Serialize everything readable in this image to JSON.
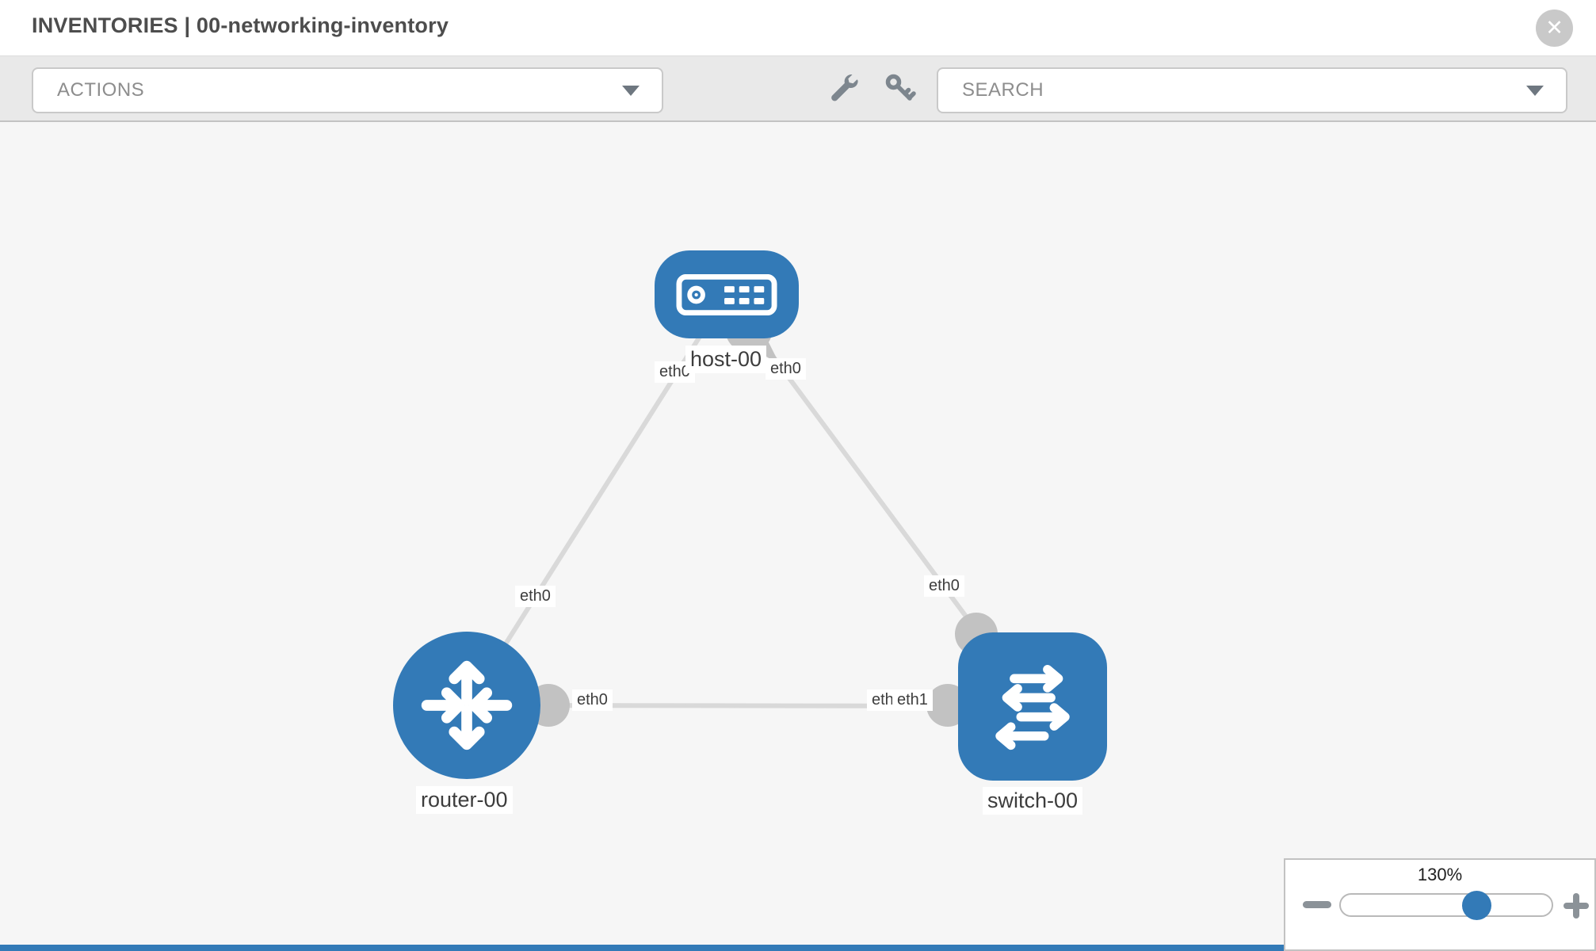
{
  "header": {
    "title": "INVENTORIES | 00-networking-inventory",
    "close_glyph": "✕"
  },
  "toolbar": {
    "actions_label": "ACTIONS",
    "search_label": "SEARCH",
    "icons": [
      "wrench-icon",
      "key-icon"
    ]
  },
  "topology": {
    "nodes": [
      {
        "id": "host-00",
        "type": "host",
        "label": "host-00"
      },
      {
        "id": "router-00",
        "type": "router",
        "label": "router-00"
      },
      {
        "id": "switch-00",
        "type": "switch",
        "label": "switch-00"
      }
    ],
    "links": [
      {
        "source": "host-00",
        "target": "router-00",
        "source_interface": "eth0",
        "target_interface": "eth0"
      },
      {
        "source": "host-00",
        "target": "switch-00",
        "source_interface": "eth0",
        "target_interface": "eth0"
      },
      {
        "source": "router-00",
        "target": "switch-00",
        "source_interface": "eth0",
        "target_interface": "eth1"
      }
    ],
    "interface_labels": {
      "host_left": "eth0",
      "host_right": "eth0",
      "router_top": "eth0",
      "switch_top": "eth0",
      "router_right": "eth0",
      "switch_left_hidden": "eth0",
      "switch_left": "eth1"
    }
  },
  "zoom_control": {
    "level": "130%",
    "minus_icon": "minus",
    "plus_icon": "plus"
  },
  "colors": {
    "node_blue": "#337ab7",
    "edge_gray": "#d9d9d9",
    "bubble_gray": "#c2c2c2",
    "canvas_bg": "#f6f6f6",
    "toolbar_bg": "#e9e9e9"
  }
}
